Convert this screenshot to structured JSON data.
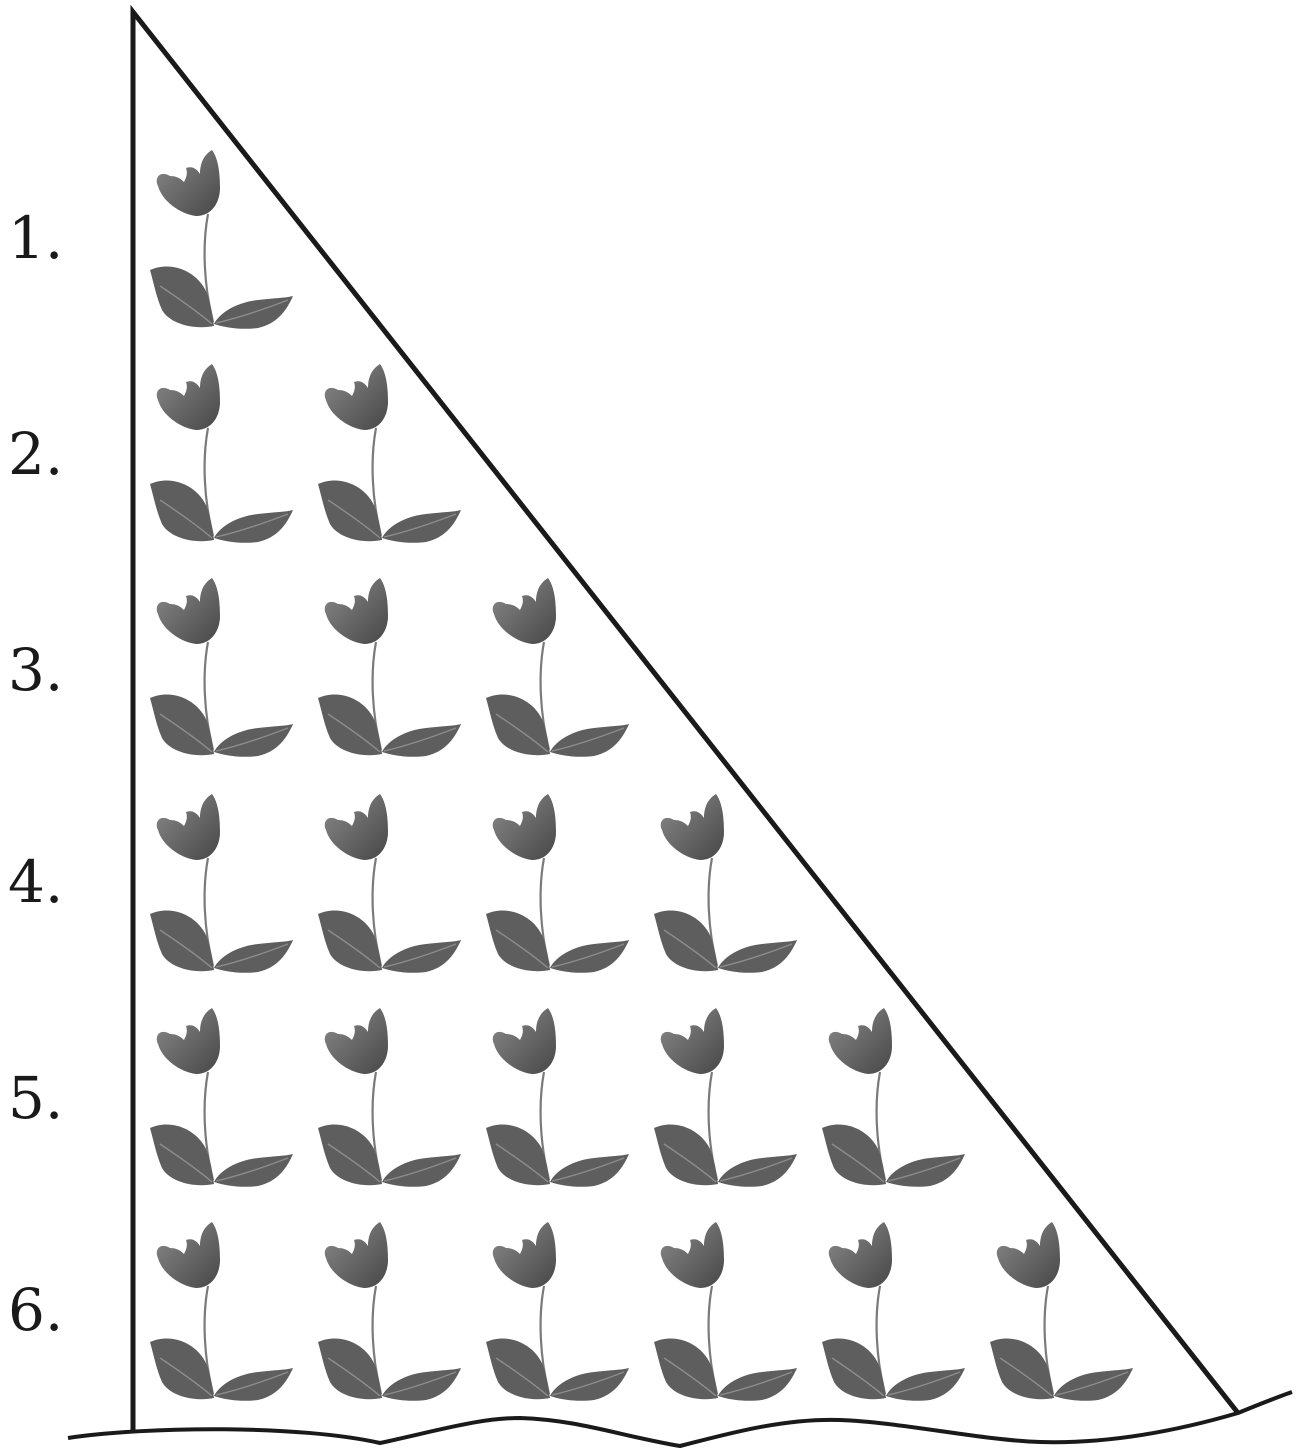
{
  "rows": [
    {
      "label": "1.",
      "flower_count": 1
    },
    {
      "label": "2.",
      "flower_count": 2
    },
    {
      "label": "3.",
      "flower_count": 3
    },
    {
      "label": "4.",
      "flower_count": 4
    },
    {
      "label": "5.",
      "flower_count": 5
    },
    {
      "label": "6.",
      "flower_count": 6
    }
  ],
  "icon": "tulip-flower-icon",
  "colors": {
    "outline": "#1a1a1a",
    "flower_light": "#8a8a8a",
    "flower_dark": "#4a4a4a",
    "leaf": "#5e5e5e",
    "leaf_vein": "#8c8c8c",
    "stem": "#7a7a7a"
  }
}
